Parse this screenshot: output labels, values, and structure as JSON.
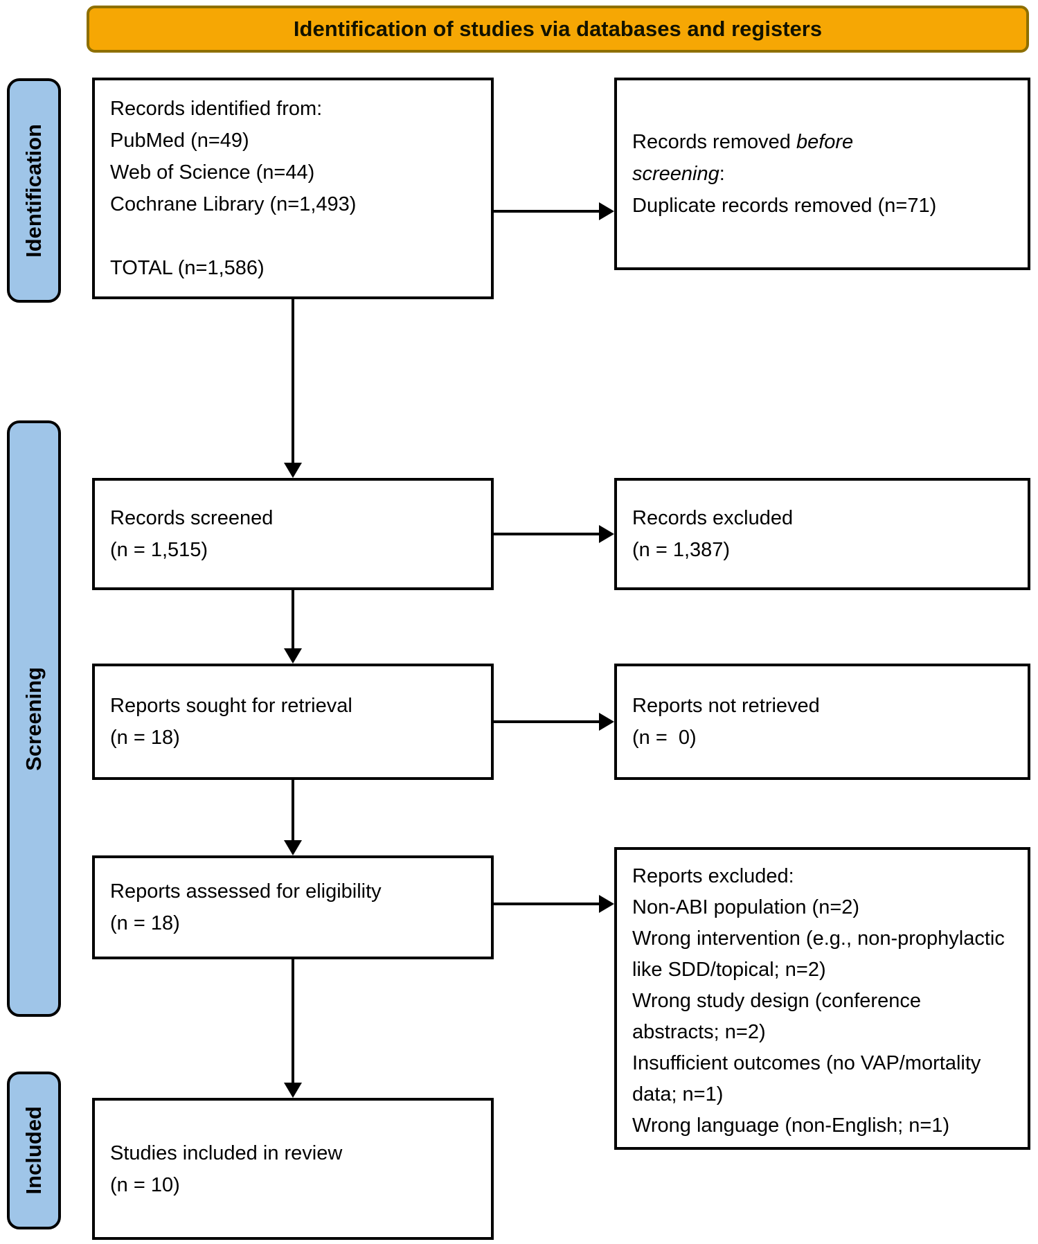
{
  "banner": {
    "title": "Identification of studies via databases and registers"
  },
  "stages": [
    {
      "label": "Identification"
    },
    {
      "label": "Screening"
    },
    {
      "label": "Included"
    }
  ],
  "boxes": {
    "identified": {
      "lines": [
        "Records identified from:",
        "PubMed (n=49)",
        "Web of Science (n=44)",
        "Cochrane Library (n=1,493)",
        "",
        "TOTAL (n=1,586)"
      ]
    },
    "removed": {
      "line1_prefix": "Records removed ",
      "line1_italic": "before",
      "line2_italic": "screening",
      "line2_suffix": ":",
      "line3": "Duplicate records removed (n=71)"
    },
    "screened": {
      "line1": "Records screened",
      "line2": "(n = 1,515)"
    },
    "excluded": {
      "line1": "Records excluded",
      "line2": "(n = 1,387)"
    },
    "sought": {
      "line1": "Reports sought for retrieval",
      "line2": "(n = 18)"
    },
    "not_retrieved": {
      "line1": "Reports not retrieved",
      "line2": "(n =  0)"
    },
    "assessed": {
      "line1": "Reports assessed for eligibility",
      "line2": "(n = 18)"
    },
    "reports_excluded": {
      "title": "Reports excluded:",
      "reasons": [
        "Non-ABI population (n=2)",
        "Wrong intervention (e.g., non-prophylactic like SDD/topical; n=2)",
        "Wrong study design (conference abstracts; n=2)",
        "Insufficient outcomes (no VAP/mortality data; n=1)",
        "Wrong language (non-English; n=1)"
      ]
    },
    "included_studies": {
      "line1": "Studies included in review",
      "line2": "(n = 10)"
    }
  },
  "colors": {
    "banner_fill": "#F6A704",
    "banner_border": "#8E6F00",
    "stage_fill": "#9FC5E8",
    "stage_border": "#000000",
    "box_border": "#000000",
    "arrow": "#000000"
  }
}
